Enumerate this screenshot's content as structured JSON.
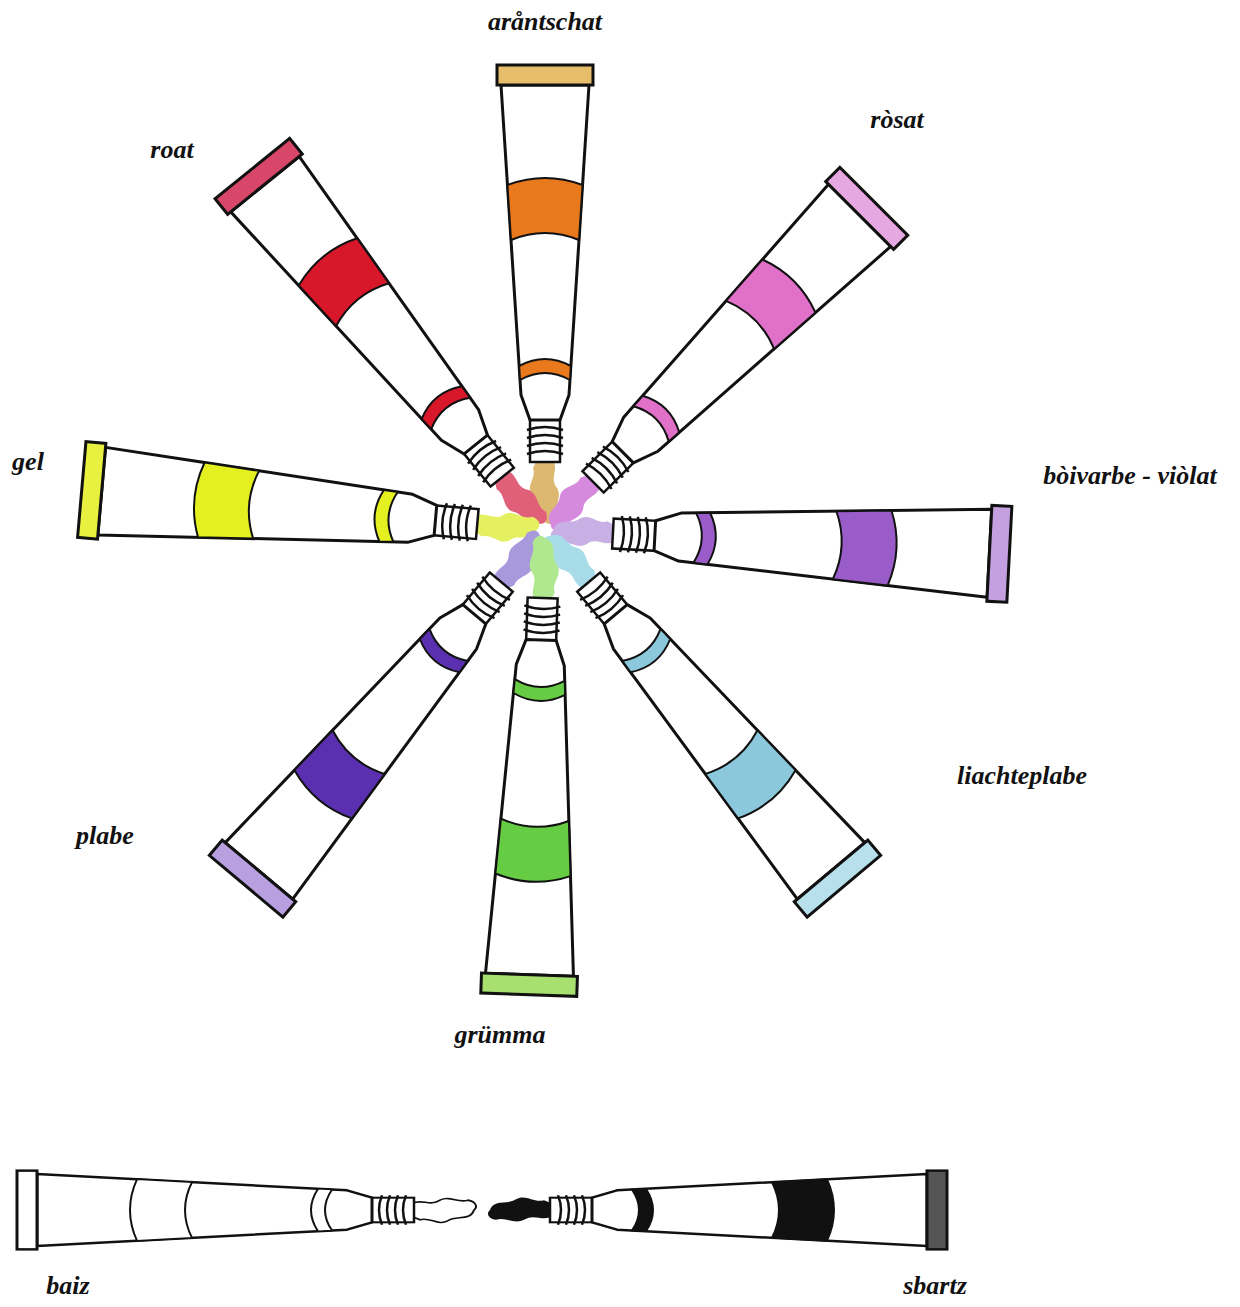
{
  "diagram": {
    "labels": [
      "aråntschat",
      "roat",
      "ròsat",
      "gel",
      "bòivarbe - viòlat",
      "plabe",
      "liachteplabe",
      "grümma",
      "baiz",
      "sbartz"
    ]
  }
}
